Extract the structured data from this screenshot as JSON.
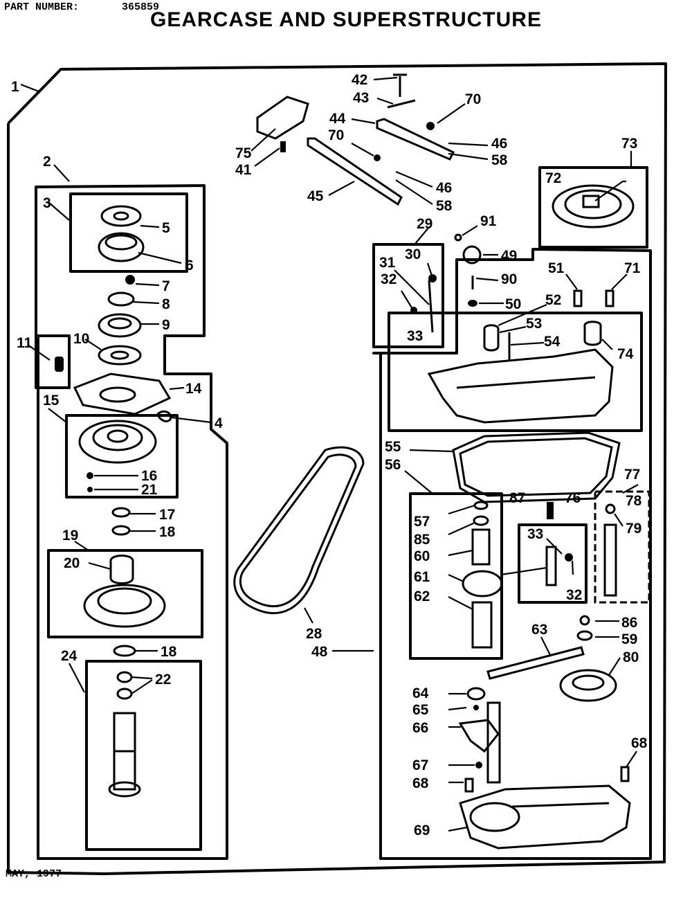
{
  "header": {
    "part_number_label": "PART NUMBER:",
    "part_number": "365859",
    "title": "GEARCASE AND SUPERSTRUCTURE"
  },
  "footer": {
    "date": "MAY, 1977"
  },
  "callouts": [
    {
      "id": "c1",
      "text": "1"
    },
    {
      "id": "c2",
      "text": "2"
    },
    {
      "id": "c3",
      "text": "3"
    },
    {
      "id": "c4",
      "text": "4"
    },
    {
      "id": "c5",
      "text": "5"
    },
    {
      "id": "c6",
      "text": "6"
    },
    {
      "id": "c7",
      "text": "7"
    },
    {
      "id": "c8",
      "text": "8"
    },
    {
      "id": "c9",
      "text": "9"
    },
    {
      "id": "c10",
      "text": "10"
    },
    {
      "id": "c11",
      "text": "11"
    },
    {
      "id": "c14",
      "text": "14"
    },
    {
      "id": "c15",
      "text": "15"
    },
    {
      "id": "c16",
      "text": "16"
    },
    {
      "id": "c17",
      "text": "17"
    },
    {
      "id": "c18a",
      "text": "18"
    },
    {
      "id": "c18b",
      "text": "18"
    },
    {
      "id": "c19",
      "text": "19"
    },
    {
      "id": "c20",
      "text": "20"
    },
    {
      "id": "c21",
      "text": "21"
    },
    {
      "id": "c22",
      "text": "22"
    },
    {
      "id": "c24",
      "text": "24"
    },
    {
      "id": "c28",
      "text": "28"
    },
    {
      "id": "c29",
      "text": "29"
    },
    {
      "id": "c30",
      "text": "30"
    },
    {
      "id": "c31",
      "text": "31"
    },
    {
      "id": "c32a",
      "text": "32"
    },
    {
      "id": "c32b",
      "text": "32"
    },
    {
      "id": "c33a",
      "text": "33"
    },
    {
      "id": "c33b",
      "text": "33"
    },
    {
      "id": "c41",
      "text": "41"
    },
    {
      "id": "c42",
      "text": "42"
    },
    {
      "id": "c43",
      "text": "43"
    },
    {
      "id": "c44",
      "text": "44"
    },
    {
      "id": "c45",
      "text": "45"
    },
    {
      "id": "c46a",
      "text": "46"
    },
    {
      "id": "c46b",
      "text": "46"
    },
    {
      "id": "c48",
      "text": "48"
    },
    {
      "id": "c49",
      "text": "49"
    },
    {
      "id": "c50",
      "text": "50"
    },
    {
      "id": "c51",
      "text": "51"
    },
    {
      "id": "c52",
      "text": "52"
    },
    {
      "id": "c53",
      "text": "53"
    },
    {
      "id": "c54",
      "text": "54"
    },
    {
      "id": "c55",
      "text": "55"
    },
    {
      "id": "c56",
      "text": "56"
    },
    {
      "id": "c57",
      "text": "57"
    },
    {
      "id": "c58a",
      "text": "58"
    },
    {
      "id": "c58b",
      "text": "58"
    },
    {
      "id": "c59",
      "text": "59"
    },
    {
      "id": "c60",
      "text": "60"
    },
    {
      "id": "c61",
      "text": "61"
    },
    {
      "id": "c62",
      "text": "62"
    },
    {
      "id": "c63",
      "text": "63"
    },
    {
      "id": "c64",
      "text": "64"
    },
    {
      "id": "c65",
      "text": "65"
    },
    {
      "id": "c66",
      "text": "66"
    },
    {
      "id": "c67",
      "text": "67"
    },
    {
      "id": "c68a",
      "text": "68"
    },
    {
      "id": "c68b",
      "text": "68"
    },
    {
      "id": "c69",
      "text": "69"
    },
    {
      "id": "c70a",
      "text": "70"
    },
    {
      "id": "c70b",
      "text": "70"
    },
    {
      "id": "c71",
      "text": "71"
    },
    {
      "id": "c72",
      "text": "72"
    },
    {
      "id": "c73",
      "text": "73"
    },
    {
      "id": "c74",
      "text": "74"
    },
    {
      "id": "c75",
      "text": "75"
    },
    {
      "id": "c76",
      "text": "76"
    },
    {
      "id": "c77",
      "text": "77"
    },
    {
      "id": "c78",
      "text": "78"
    },
    {
      "id": "c79",
      "text": "79"
    },
    {
      "id": "c80",
      "text": "80"
    },
    {
      "id": "c85",
      "text": "85"
    },
    {
      "id": "c86",
      "text": "86"
    },
    {
      "id": "c87",
      "text": "87"
    },
    {
      "id": "c90",
      "text": "90"
    },
    {
      "id": "c91",
      "text": "91"
    }
  ]
}
